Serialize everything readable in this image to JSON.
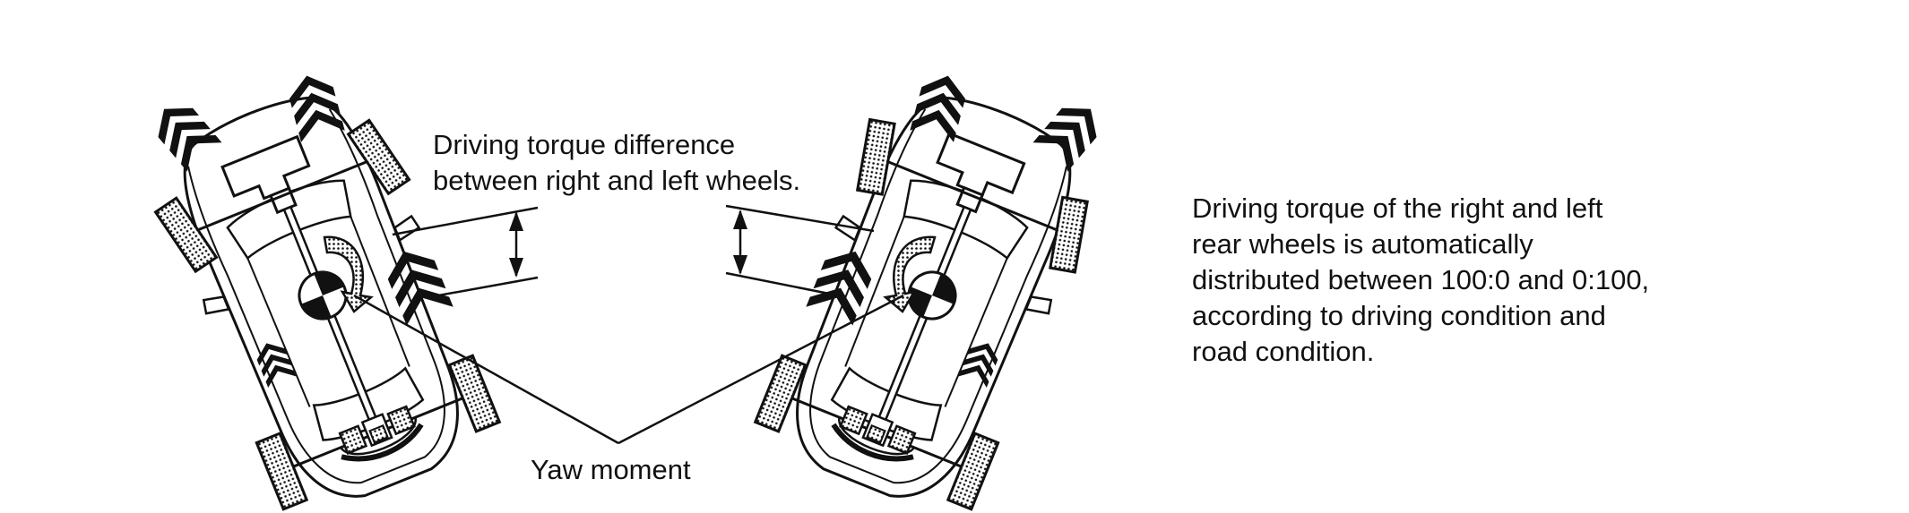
{
  "diagram": {
    "torque_label": {
      "line1": "Driving torque difference",
      "line2": "between right and left wheels."
    },
    "yaw_label": "Yaw moment",
    "description": [
      "Driving torque of the right and left",
      "rear wheels is automatically",
      "distributed between 100:0 and 0:100,",
      "according to driving condition and",
      "road condition."
    ]
  },
  "colors": {
    "ink": "#111111",
    "wheel_fill": "#cfcfcf",
    "background": "#ffffff"
  }
}
